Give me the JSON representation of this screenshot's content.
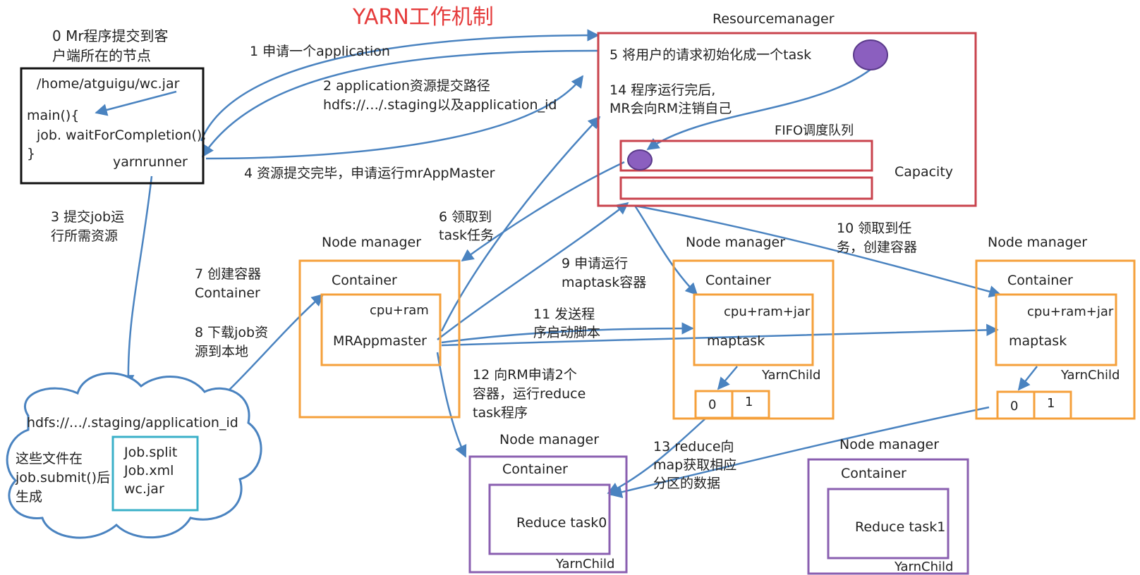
{
  "title": "YARN工作机制",
  "colors": {
    "title": "#e53b3b",
    "resourcemanager": "#c9434d",
    "nodemanager": "#f5a03b",
    "reducenode": "#8a5fb0",
    "client": "#111111",
    "hdfsfiles": "#3ab0c8",
    "cloud": "#4a83c0",
    "arrow": "#4a83c0",
    "task": "#8b5fbf"
  },
  "client": {
    "caption_line1": "0 Mr程序提交到客",
    "caption_line2": "户端所在的节点",
    "jar_path": "/home/atguigu/wc.jar",
    "main_open": "main(){",
    "job_call": "job. waitForCompletion();",
    "main_close": "}",
    "runner": "yarnrunner"
  },
  "resourcemanager": {
    "title": "Resourcemanager",
    "step5": "5 将用户的请求初始化成一个task",
    "step14_line1": "14 程序运行完后,",
    "step14_line2": "MR会向RM注销自己",
    "queue_label": "FIFO调度队列",
    "capacity": "Capacity"
  },
  "steps": {
    "s1": "1 申请一个application",
    "s2_line1": "2 application资源提交路径",
    "s2_line2": "hdfs://…/.staging以及application_id",
    "s3_line1": "3 提交job运",
    "s3_line2": "行所需资源",
    "s4": "4 资源提交完毕，申请运行mrAppMaster",
    "s6_line1": "6 领取到",
    "s6_line2": "task任务",
    "s7_line1": "7 创建容器",
    "s7_line2": "Container",
    "s8_line1": "8 下载job资",
    "s8_line2": "源到本地",
    "s9_line1": "9 申请运行",
    "s9_line2": "maptask容器",
    "s10_line1": "10 领取到任",
    "s10_line2": "务，创建容器",
    "s11_line1": "11 发送程",
    "s11_line2": "序启动脚本",
    "s12_line1": "12 向RM申请2个",
    "s12_line2": "容器，运行reduce",
    "s12_line3": "task程序",
    "s13_line1": "13 reduce向",
    "s13_line2": "map获取相应",
    "s13_line3": "分区的数据"
  },
  "hdfs": {
    "path": "hdfs://…/.staging/application_id",
    "note_line1": "这些文件在",
    "note_line2": "job.submit()后",
    "note_line3": "生成",
    "files": [
      "Job.split",
      "Job.xml",
      "wc.jar"
    ]
  },
  "nm_master": {
    "title": "Node manager",
    "container": "Container",
    "resources": "cpu+ram",
    "app": "MRAppmaster"
  },
  "nm_map1": {
    "title": "Node manager",
    "container": "Container",
    "resources": "cpu+ram+jar",
    "task": "maptask",
    "child": "YarnChild",
    "partitions": [
      "0",
      "1"
    ]
  },
  "nm_map2": {
    "title": "Node manager",
    "container": "Container",
    "resources": "cpu+ram+jar",
    "task": "maptask",
    "child": "YarnChild",
    "partitions": [
      "0",
      "1"
    ]
  },
  "nm_reduce0": {
    "title": "Node manager",
    "container": "Container",
    "task": "Reduce task0",
    "child": "YarnChild"
  },
  "nm_reduce1": {
    "title": "Node manager",
    "container": "Container",
    "task": "Reduce task1",
    "child": "YarnChild"
  }
}
